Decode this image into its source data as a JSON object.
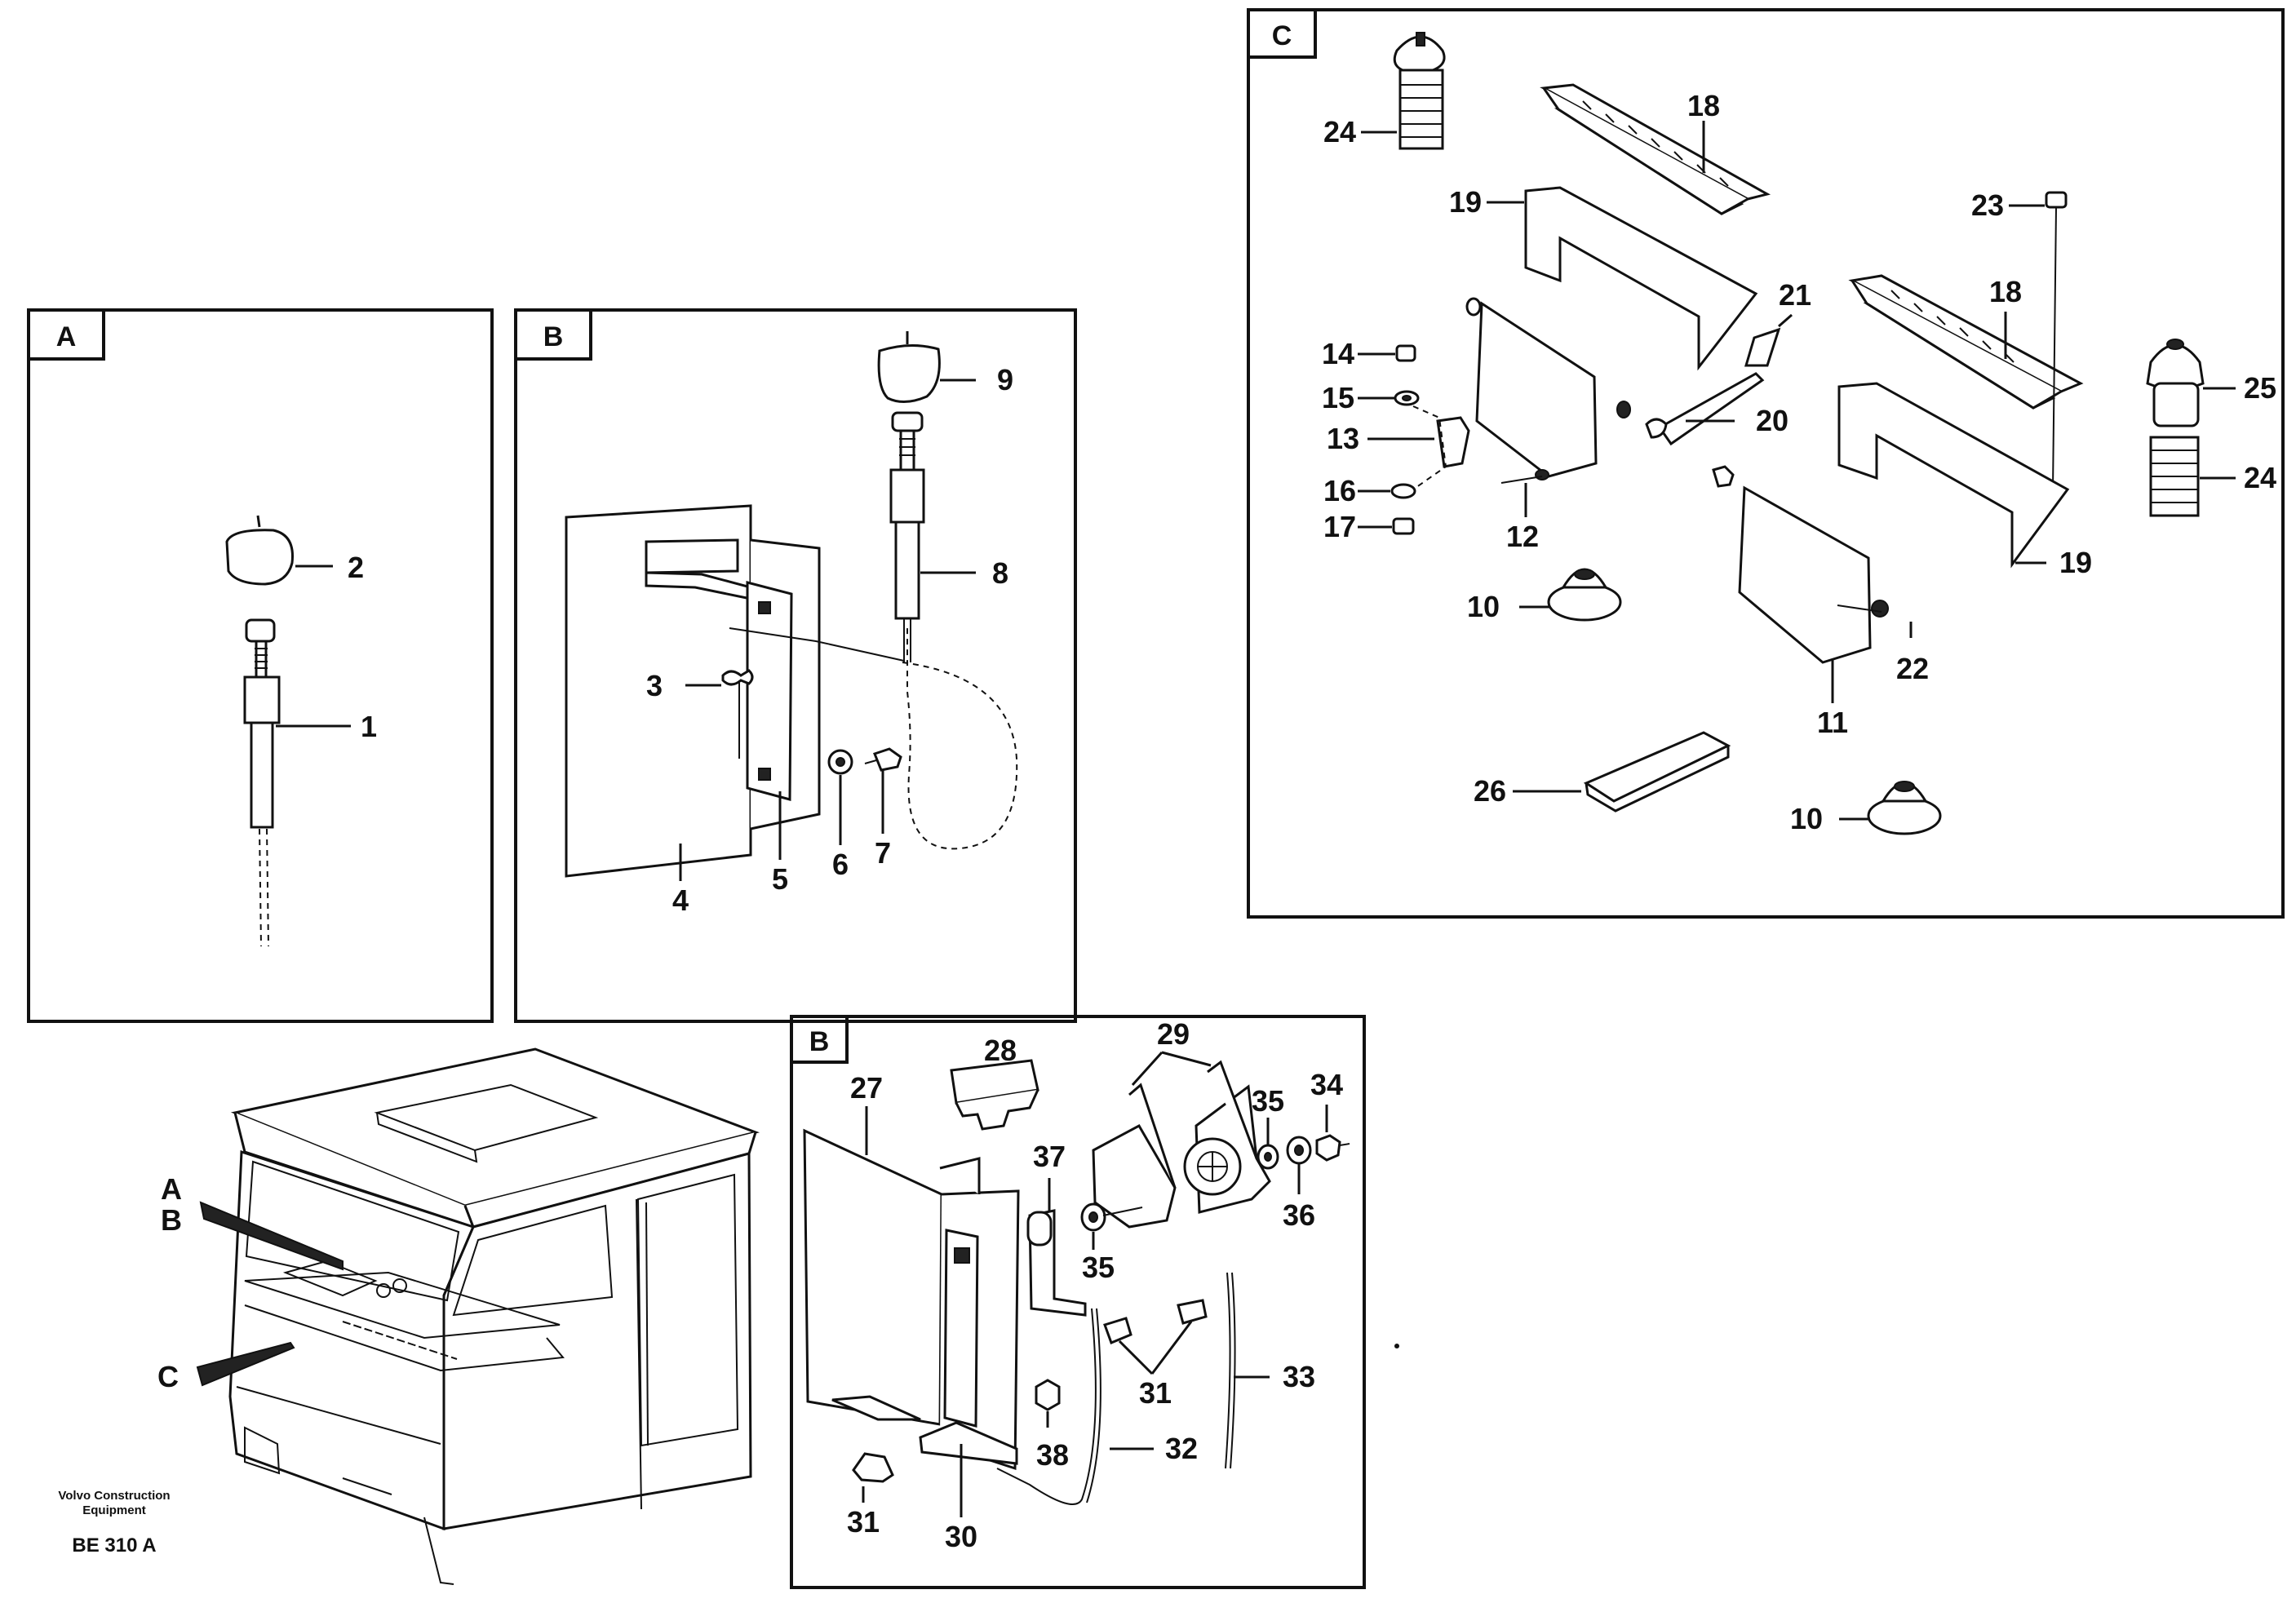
{
  "panels": {
    "a": {
      "tag": "A"
    },
    "b_upper": {
      "tag": "B"
    },
    "c": {
      "tag": "C"
    },
    "b_lower": {
      "tag": "B"
    }
  },
  "callouts": {
    "p1": "1",
    "p2": "2",
    "p3": "3",
    "p4": "4",
    "p5": "5",
    "p6": "6",
    "p7": "7",
    "p8": "8",
    "p9": "9",
    "p10a": "10",
    "p10b": "10",
    "p11": "11",
    "p12": "12",
    "p13": "13",
    "p14": "14",
    "p15": "15",
    "p16": "16",
    "p17": "17",
    "p18a": "18",
    "p18b": "18",
    "p19a": "19",
    "p19b": "19",
    "p20": "20",
    "p21": "21",
    "p22": "22",
    "p23": "23",
    "p24a": "24",
    "p24b": "24",
    "p25": "25",
    "p26": "26",
    "p27": "27",
    "p28": "28",
    "p29": "29",
    "p30": "30",
    "p31a": "31",
    "p31b": "31",
    "p32": "32",
    "p33": "33",
    "p34": "34",
    "p35a": "35",
    "p35b": "35",
    "p36": "36",
    "p37": "37",
    "p38": "38"
  },
  "cab": {
    "pointer_a": "A",
    "pointer_b": "B",
    "pointer_c": "C"
  },
  "footer": {
    "brand_line1": "Volvo Construction",
    "brand_line2": "Equipment",
    "code": "BE 310 A"
  }
}
